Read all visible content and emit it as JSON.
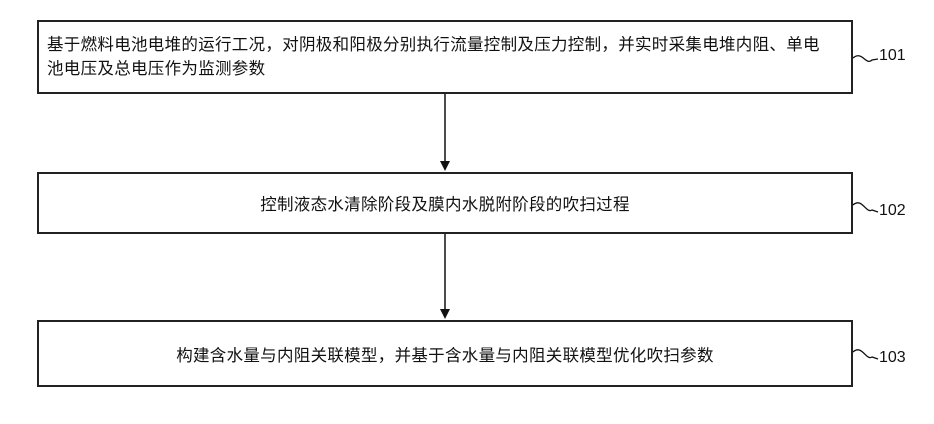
{
  "steps": [
    {
      "id": "101",
      "text": "基于燃料电池电堆的运行工况，对阴极和阳极分别执行流量控制及压力控制，并实时采集电堆内阻、单电池电压及总电压作为监测参数"
    },
    {
      "id": "102",
      "text": "控制液态水清除阶段及膜内水脱附阶段的吹扫过程"
    },
    {
      "id": "103",
      "text": "构建含水量与内阻关联模型，并基于含水量与内阻关联模型优化吹扫参数"
    }
  ],
  "ref_labels": [
    "101",
    "102",
    "103"
  ]
}
